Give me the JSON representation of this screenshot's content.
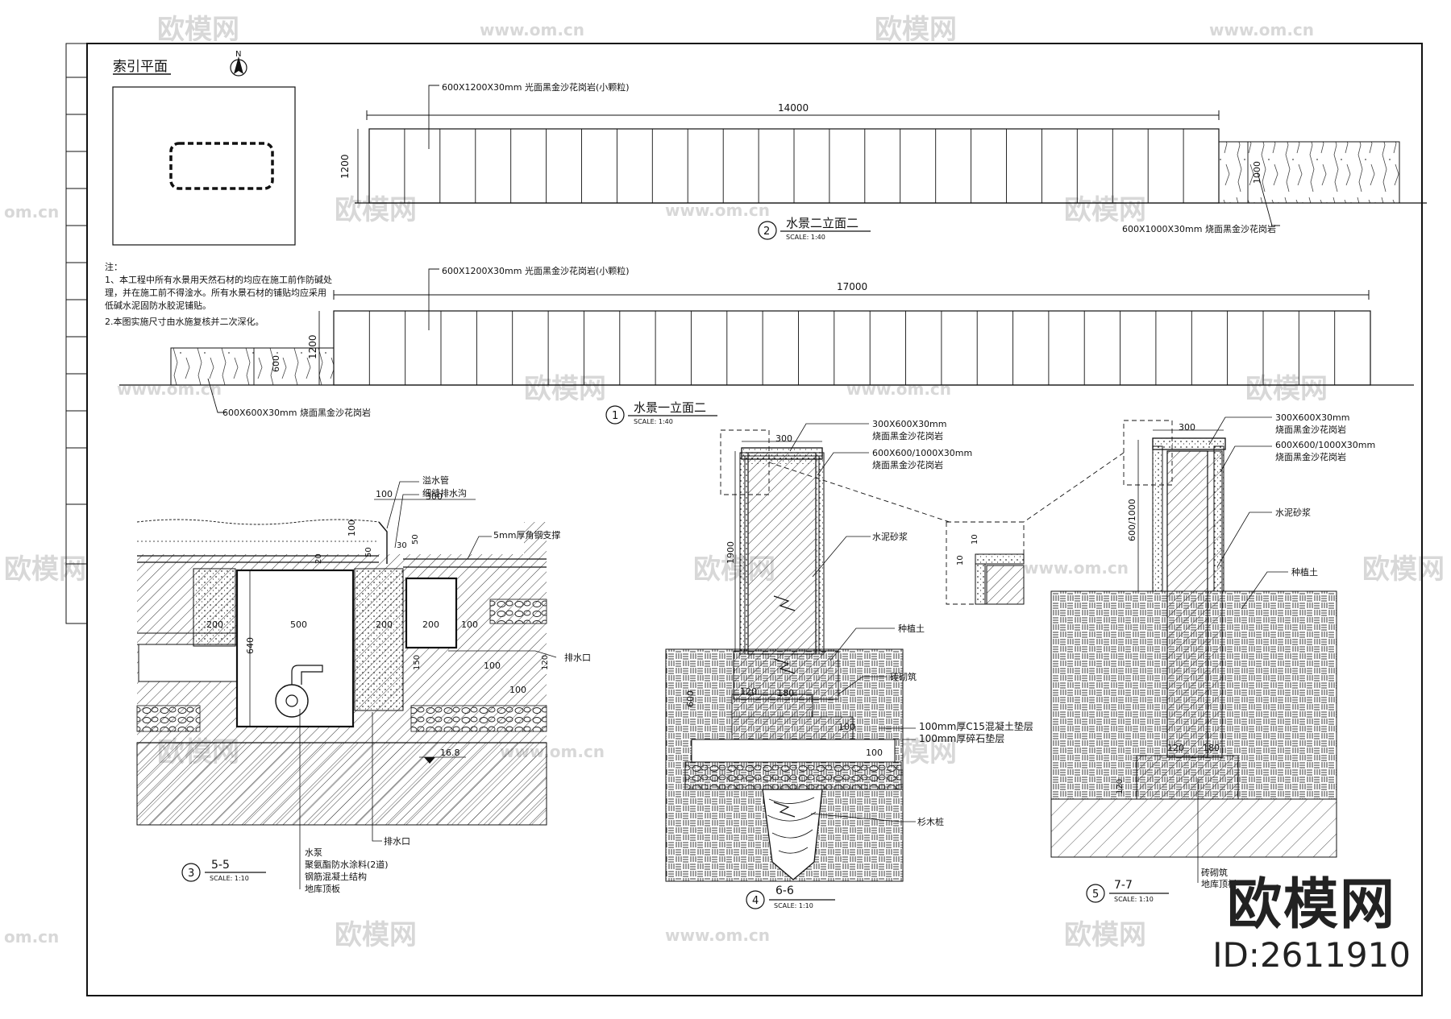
{
  "index_plan": {
    "title": "索引平面",
    "north": "N"
  },
  "notes": {
    "head": "注：",
    "lines": [
      "1、本工程中所有水景用天然石材的均应在施工前作防碱处",
      "理，并在施工前不得淦水。所有水景石材的铺贴均应采用",
      "低碱水泥固防水胶泥铺贴。",
      "2.本图实施尺寸由水施复核并二次深化。"
    ]
  },
  "elev2": {
    "callout": "600X1200X30mm 光面黑金沙花岗岩(小颗粒)",
    "length": "14000",
    "height": "1200",
    "side_height": "1000",
    "side_callout": "600X1000X30mm 烧面黑金沙花岗岩",
    "number": "2",
    "title": "水景二立面二",
    "scale": "SCALE:  1:40"
  },
  "elev1": {
    "callout": "600X1200X30mm 光面黑金沙花岗岩(小颗粒)",
    "length": "17000",
    "height": "1200",
    "side_height": "600",
    "side_callout": "600X600X30mm 烧面黑金沙花岗岩",
    "number": "1",
    "title": "水景一立面二",
    "scale": "SCALE:  1:40"
  },
  "sec55": {
    "number": "3",
    "title": "5-5",
    "scale": "SCALE:  1:10",
    "dims": {
      "d100a": "100",
      "d300": "300",
      "d100v": "100",
      "d50a": "50",
      "d30": "30",
      "d50b": "50",
      "d20": "20",
      "d200a": "200",
      "d500": "500",
      "d200b": "200",
      "d200c": "200",
      "d100b": "100",
      "d640": "640",
      "d150": "150",
      "d100c": "100",
      "d100d": "100",
      "d120": "120",
      "elev": "16.8"
    },
    "labels": {
      "overflow": "溢水管",
      "gutter": "细缝排水沟",
      "angle": "5mm厚角钢支撑",
      "drain1": "排水口",
      "drain2": "排水口",
      "pump": "水泵",
      "waterproof": "聚氨酯防水涂料(2道)",
      "concrete": "钢筋混凝土结构",
      "slab": "地库顶板"
    }
  },
  "sec66": {
    "number": "4",
    "title": "6-6",
    "scale": "SCALE:  1:10",
    "dims": {
      "w300": "300",
      "h1900": "1900",
      "h600": "600",
      "d120": "120",
      "d180": "180",
      "d100a": "100",
      "d100b": "100",
      "d10a": "10",
      "d10b": "10"
    },
    "labels": {
      "top_stone": "300X600X30mm",
      "top_stone2": "烧面黑金沙花岗岩",
      "side_stone": "600X600/1000X30mm",
      "side_stone2": "烧面黑金沙花岗岩",
      "mortar": "水泥砂浆",
      "soil": "种植土",
      "brick": "砖砌筑",
      "c15": "100mm厚C15混凝土垫层",
      "gravel": "100mm厚碎石垫层",
      "pile": "杉木桩"
    }
  },
  "sec77": {
    "number": "5",
    "title": "7-7",
    "scale": "SCALE:  1:10",
    "dims": {
      "w300": "300",
      "h": "600/1000",
      "d120": "120",
      "d180": "180",
      "d120v": "120"
    },
    "labels": {
      "top_stone": "300X600X30mm",
      "top_stone2": "烧面黑金沙花岗岩",
      "side_stone": "600X600/1000X30mm",
      "side_stone2": "烧面黑金沙花岗岩",
      "mortar": "水泥砂浆",
      "soil": "种植土",
      "brick": "砖砌筑",
      "slab": "地库顶板"
    }
  },
  "watermarks": {
    "logo": "欧模网",
    "url": "www.om.cn",
    "short": "om.cn"
  },
  "brand": {
    "name": "欧模网",
    "id": "ID:2611910"
  }
}
